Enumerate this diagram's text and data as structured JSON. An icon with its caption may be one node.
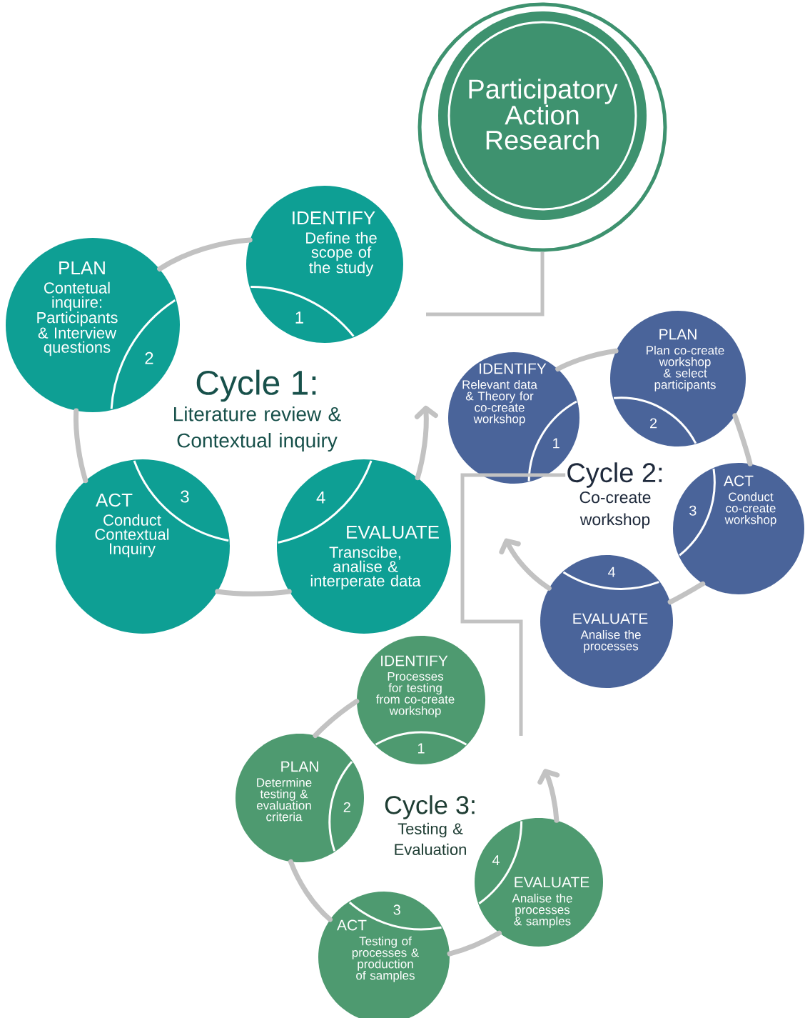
{
  "diagram": {
    "nodes": [
      {
        "text": [
          "Participatory Action Research"
        ]
      },
      {
        "text": [
          "IDENTIFY",
          "Define the scope of the study",
          "1"
        ]
      },
      {
        "text": [
          "PLAN",
          "Contetual inquire: Participants & Interview questions",
          "2"
        ]
      },
      {
        "text": [
          "Cycle 1:",
          "Literature review & Contextual inquiry"
        ]
      },
      {
        "text": [
          "ACT",
          "3",
          "Conduct Contextual Inquiry"
        ]
      },
      {
        "text": [
          "4",
          "EVALUATE",
          "Transcibe, analise & interperate data"
        ]
      },
      {
        "text": [
          "IDENTIFY",
          "Relevant data & Theory for co-create workshop",
          "1"
        ]
      },
      {
        "text": [
          "PLAN",
          "Plan co-create workshop & select participants",
          "2"
        ]
      },
      {
        "text": [
          "Cycle 2:",
          "Co-create workshop"
        ]
      },
      {
        "text": [
          "ACT",
          "3",
          "Conduct co-create workshop"
        ]
      },
      {
        "text": [
          "4",
          "EVALUATE",
          "Analise the processes"
        ]
      },
      {
        "text": [
          "IDENTIFY",
          "Processes for testing from co-create workshop",
          "1"
        ]
      },
      {
        "text": [
          "PLAN",
          "Determine testing & evaluation criteria",
          "2"
        ]
      },
      {
        "text": [
          "Cycle 3:",
          "Testing & Evaluation"
        ]
      },
      {
        "text": [
          "3",
          "ACT",
          "Testing of processes & production of samples"
        ]
      },
      {
        "text": [
          "4",
          "EVALUATE",
          "Analise the processes & samples"
        ]
      }
    ],
    "edges": [
      {
        "from": 0,
        "to": null,
        "arrow": "none"
      },
      {
        "from": 1,
        "to": 2,
        "arrow": "none"
      },
      {
        "from": 2,
        "to": 4,
        "arrow": "none"
      },
      {
        "from": 4,
        "to": 5,
        "arrow": "none"
      },
      {
        "from": 5,
        "to": null,
        "arrow": "to"
      },
      {
        "from": 8,
        "to": null,
        "arrow": "none"
      },
      {
        "from": 6,
        "to": 7,
        "arrow": "none"
      },
      {
        "from": 7,
        "to": 9,
        "arrow": "none"
      },
      {
        "from": 9,
        "to": 10,
        "arrow": "none"
      },
      {
        "from": 10,
        "to": null,
        "arrow": "to"
      },
      {
        "from": 11,
        "to": 12,
        "arrow": "none"
      },
      {
        "from": 12,
        "to": 14,
        "arrow": "none"
      },
      {
        "from": 14,
        "to": 15,
        "arrow": "none"
      },
      {
        "from": 15,
        "to": null,
        "arrow": "to"
      }
    ]
  }
}
